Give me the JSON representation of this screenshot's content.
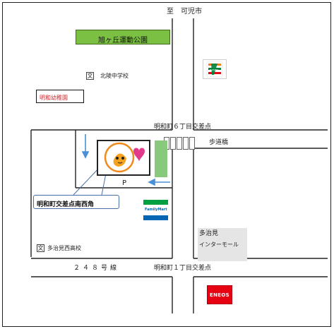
{
  "map": {
    "destination_top": "至　可児市",
    "park": "旭ヶ丘運動公園",
    "school_icon": "文",
    "junior_high": "北陵中学校",
    "kindergarten": "明和幼稚園",
    "intersection_6": "明和町６丁目交差点",
    "footbridge": "歩道橋",
    "callout": "明和町交差点南西角",
    "parking": "P",
    "mall_line1": "多治見",
    "mall_line2": "インターモール",
    "high_school": "多治見西高校",
    "route": "２４８号線",
    "intersection_1": "明和町１丁目交差点",
    "familymart": "FamilyMart",
    "seven_eleven": "ELEVEN",
    "eneos": "ENEOS",
    "colors": {
      "road": "#222222",
      "park_green": "#7bc043",
      "arrow_blue": "#4a90d9",
      "eneos_red": "#e60012",
      "kindergarten_text": "#d0242b"
    },
    "icons": [
      "school-icon",
      "seven-eleven-logo",
      "familymart-logo",
      "eneos-logo",
      "shop-mascot",
      "arrow-down-icon",
      "arrow-left-icon"
    ]
  }
}
